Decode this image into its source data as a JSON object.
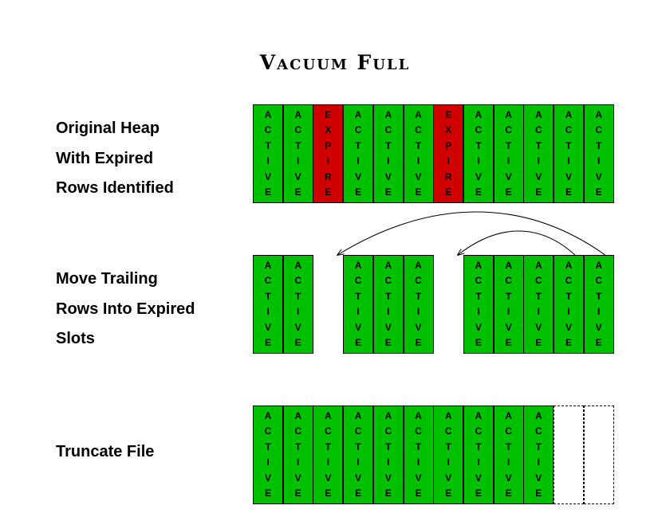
{
  "title": "Vacuum Full",
  "cell_labels": {
    "active": "ACTIVE",
    "expired": "EXPIRE"
  },
  "colors": {
    "active": "#00c000",
    "expired": "#d00000",
    "empty": "#ffffff"
  },
  "rows": [
    {
      "label_lines": [
        "Original Heap",
        "With Expired",
        "Rows Identified"
      ],
      "cells": [
        "active",
        "active",
        "expired",
        "active",
        "active",
        "active",
        "expired",
        "active",
        "active",
        "active",
        "active",
        "active"
      ]
    },
    {
      "label_lines": [
        "Move Trailing",
        "Rows Into Expired",
        "Slots"
      ],
      "cells": [
        "active",
        "active",
        "gap",
        "active",
        "active",
        "active",
        "gap",
        "active",
        "active",
        "active",
        "active",
        "active"
      ]
    },
    {
      "label_lines": [
        "Truncate File"
      ],
      "cells": [
        "active",
        "active",
        "active",
        "active",
        "active",
        "active",
        "active",
        "active",
        "active",
        "active",
        "empty",
        "empty"
      ]
    }
  ],
  "moves": [
    {
      "from_slot": 11,
      "to_slot": 2
    },
    {
      "from_slot": 10,
      "to_slot": 6
    }
  ]
}
